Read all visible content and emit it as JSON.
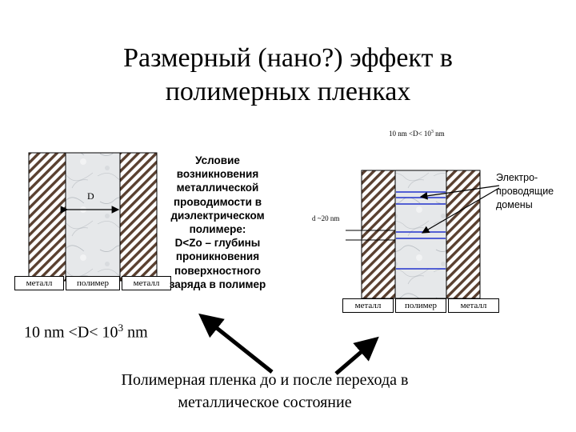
{
  "title": "Размерный (нано?) эффект в\nполимерных пленках",
  "left_panel": {
    "d_label": "D",
    "metal_left": "металл",
    "polymer": "полимер",
    "metal_right": "металл"
  },
  "condition_text": "Условие\nвозникновения\nметаллической\nпроводимости в\nдиэлектрическом\nполимере:\nD<Zo – глубины\nпроникновения\nповерхностного\nзаряда в полимер",
  "right_panel": {
    "range_base": "10 nm <D< 10",
    "range_exp": "3",
    "range_unit": " nm",
    "d_label": "d ~20 nm",
    "domains_label": "Электро-\nпроводящие\nдомены",
    "metal_left": "металл",
    "polymer": "полимер",
    "metal_right": "металл"
  },
  "range_big": {
    "base": "10 nm <D< 10",
    "exp": "3",
    "unit": " nm"
  },
  "caption": "Полимерная пленка до и после перехода в\nметаллическое состояние",
  "colors": {
    "domain_lines": "#2233cc",
    "hatch": "#5a4030",
    "marble": "#e6e8ea"
  }
}
